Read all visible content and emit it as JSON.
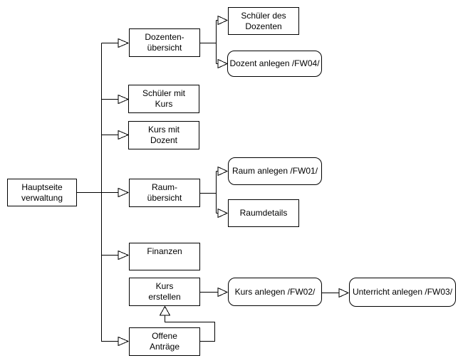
{
  "diagram": {
    "type": "sitemap-flowchart",
    "colors": {
      "background": "#ffffff",
      "line": "#000000",
      "node_fill": "#ffffff",
      "node_border": "#000000",
      "text": "#000000"
    },
    "nodes": {
      "hauptseite": {
        "label": "Hauptseite\nverwaltung",
        "shape": "rect"
      },
      "dozenten_uebersicht": {
        "label": "Dozenten-\nübersicht",
        "shape": "rect"
      },
      "schueler_mit_kurs": {
        "label": "Schüler mit\nKurs",
        "shape": "rect"
      },
      "kurs_mit_dozent": {
        "label": "Kurs mit\nDozent",
        "shape": "rect"
      },
      "raum_uebersicht": {
        "label": "Raum-\nübersicht",
        "shape": "rect"
      },
      "finanzen": {
        "label": "Finanzen",
        "shape": "rect"
      },
      "kurs_erstellen": {
        "label": "Kurs\nerstellen",
        "shape": "rect"
      },
      "offene_antraege": {
        "label": "Offene\nAnträge",
        "shape": "rect"
      },
      "schueler_des_dozenten": {
        "label": "Schüler des\nDozenten",
        "shape": "rect"
      },
      "dozent_anlegen": {
        "label": "Dozent anlegen /FW04/",
        "shape": "rounded"
      },
      "raum_anlegen": {
        "label": "Raum anlegen /FW01/",
        "shape": "rounded"
      },
      "raumdetails": {
        "label": "Raumdetails",
        "shape": "rect"
      },
      "kurs_anlegen": {
        "label": "Kurs anlegen /FW02/",
        "shape": "rounded"
      },
      "unterricht_anlegen": {
        "label": "Unterricht anlegen /FW03/",
        "shape": "rounded"
      }
    },
    "edges": [
      {
        "from": "hauptseite",
        "to": "dozenten_uebersicht",
        "arrow": "open-triangle"
      },
      {
        "from": "hauptseite",
        "to": "schueler_mit_kurs",
        "arrow": "open-triangle"
      },
      {
        "from": "hauptseite",
        "to": "kurs_mit_dozent",
        "arrow": "open-triangle"
      },
      {
        "from": "hauptseite",
        "to": "raum_uebersicht",
        "arrow": "open-triangle"
      },
      {
        "from": "hauptseite",
        "to": "finanzen",
        "arrow": "open-triangle"
      },
      {
        "from": "hauptseite",
        "to": "offene_antraege",
        "arrow": "open-triangle"
      },
      {
        "from": "dozenten_uebersicht",
        "to": "schueler_des_dozenten",
        "arrow": "open-triangle"
      },
      {
        "from": "dozenten_uebersicht",
        "to": "dozent_anlegen",
        "arrow": "open-triangle"
      },
      {
        "from": "raum_uebersicht",
        "to": "raum_anlegen",
        "arrow": "open-triangle"
      },
      {
        "from": "raum_uebersicht",
        "to": "raumdetails",
        "arrow": "open-triangle"
      },
      {
        "from": "kurs_erstellen",
        "to": "kurs_anlegen",
        "arrow": "open-triangle"
      },
      {
        "from": "kurs_anlegen",
        "to": "unterricht_anlegen",
        "arrow": "open-triangle"
      },
      {
        "from": "offene_antraege",
        "to": "kurs_erstellen",
        "arrow": "open-triangle"
      }
    ]
  }
}
